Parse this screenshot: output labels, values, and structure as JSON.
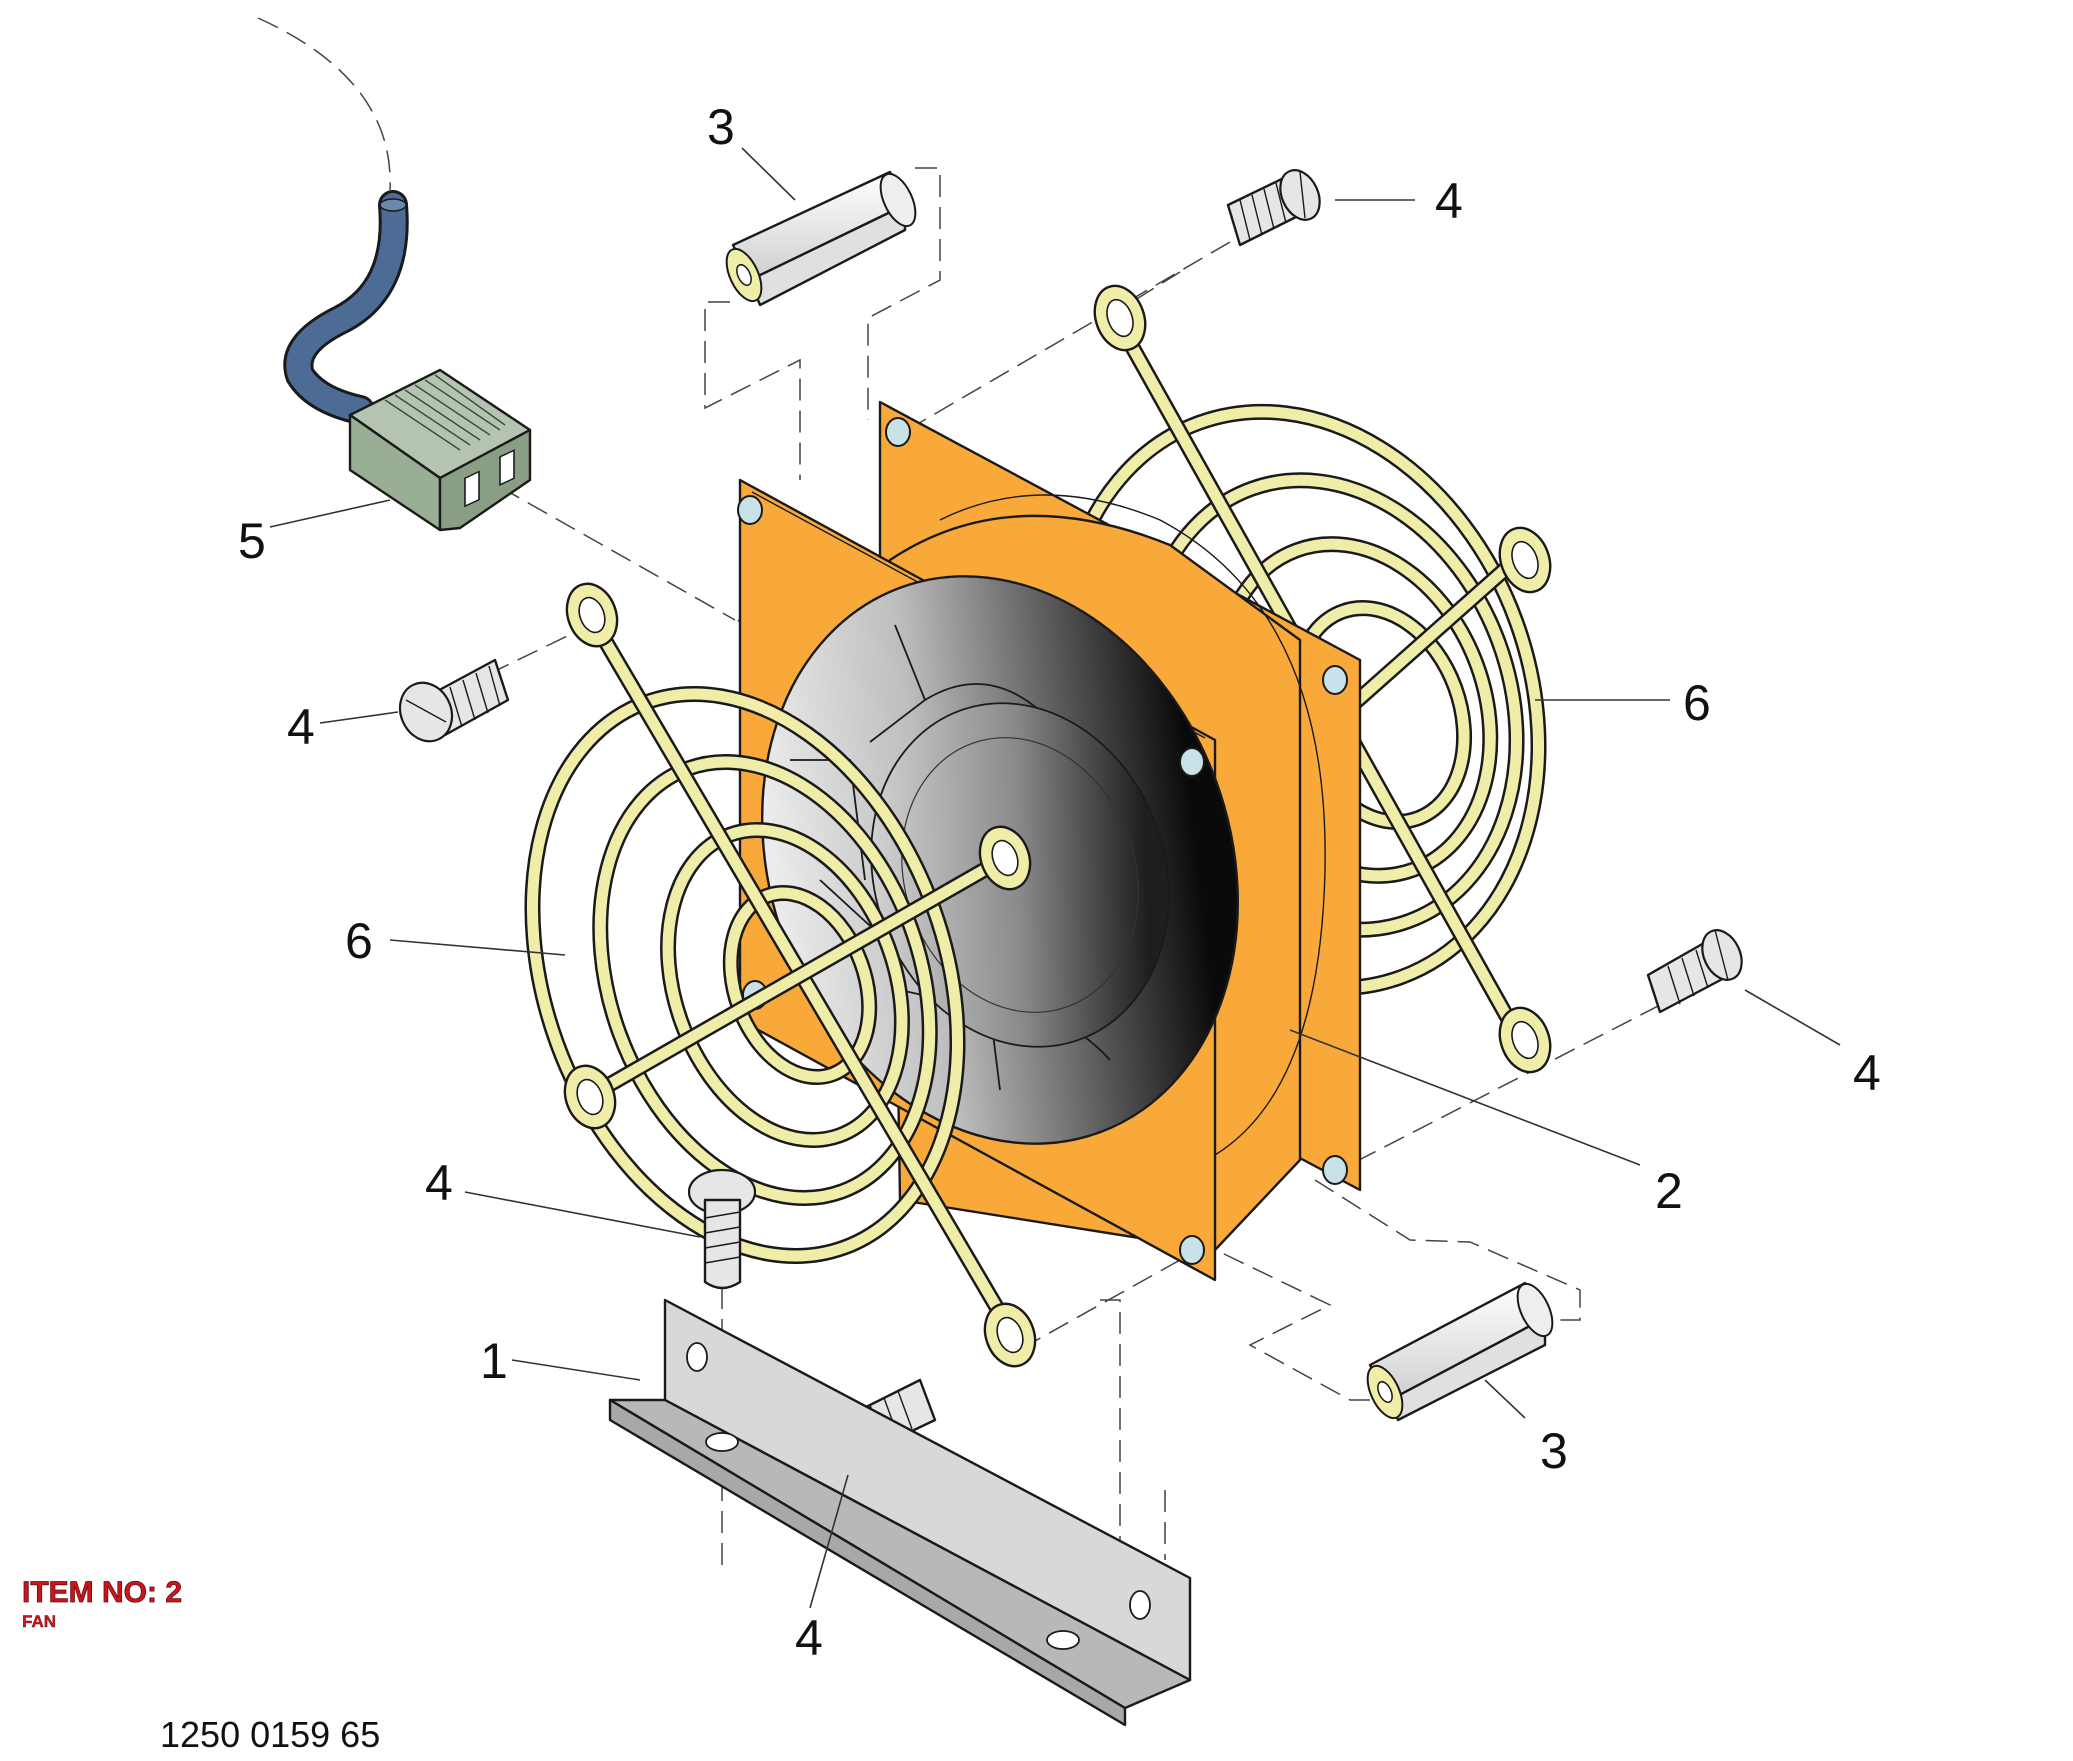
{
  "callouts": {
    "c1": "1",
    "c2": "2",
    "c3a": "3",
    "c3b": "3",
    "c4a": "4",
    "c4b": "4",
    "c4c": "4",
    "c4d": "4",
    "c4e": "4",
    "c5": "5",
    "c6a": "6",
    "c6b": "6"
  },
  "item": {
    "title": "ITEM NO: 2",
    "subtitle": "FAN"
  },
  "document_number": "1250 0159 65",
  "colors": {
    "fan_frame": "#F9A93A",
    "guard_wire": "#F0EDA8",
    "connector": "#9AAE96",
    "cable": "#4C6C96",
    "bracket": "#C8C8C8",
    "hardware": "#E6E6E6",
    "item_label": "#C8161D"
  }
}
